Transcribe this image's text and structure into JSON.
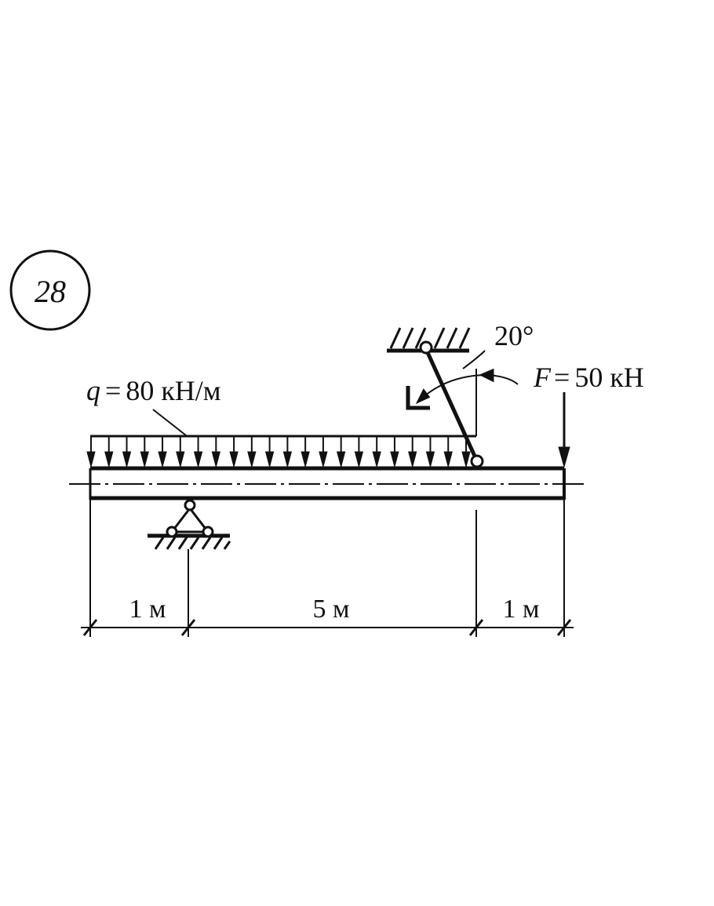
{
  "problem_number": "28",
  "load_q": {
    "symbol": "q",
    "eq": "=",
    "value": "80 кН/м"
  },
  "force_F": {
    "symbol": "F",
    "eq": "=",
    "value": "50 кН"
  },
  "angle": "20°",
  "dimensions": [
    "1 м",
    "5 м",
    "1 м"
  ],
  "colors": {
    "ink": "#111111",
    "background": "#ffffff"
  }
}
